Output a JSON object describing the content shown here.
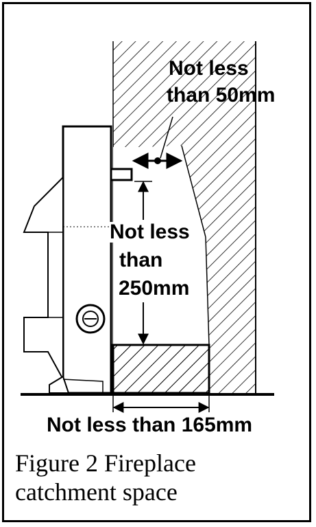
{
  "labels": {
    "gap_top_line1": "Not less",
    "gap_top_line2": "than 50mm",
    "height_line1": "Not less",
    "height_line2": "than",
    "height_line3": "250mm",
    "width_bottom": "Not less than 165mm"
  },
  "caption": {
    "line1": "Figure 2 Fireplace",
    "line2": "catchment space"
  }
}
